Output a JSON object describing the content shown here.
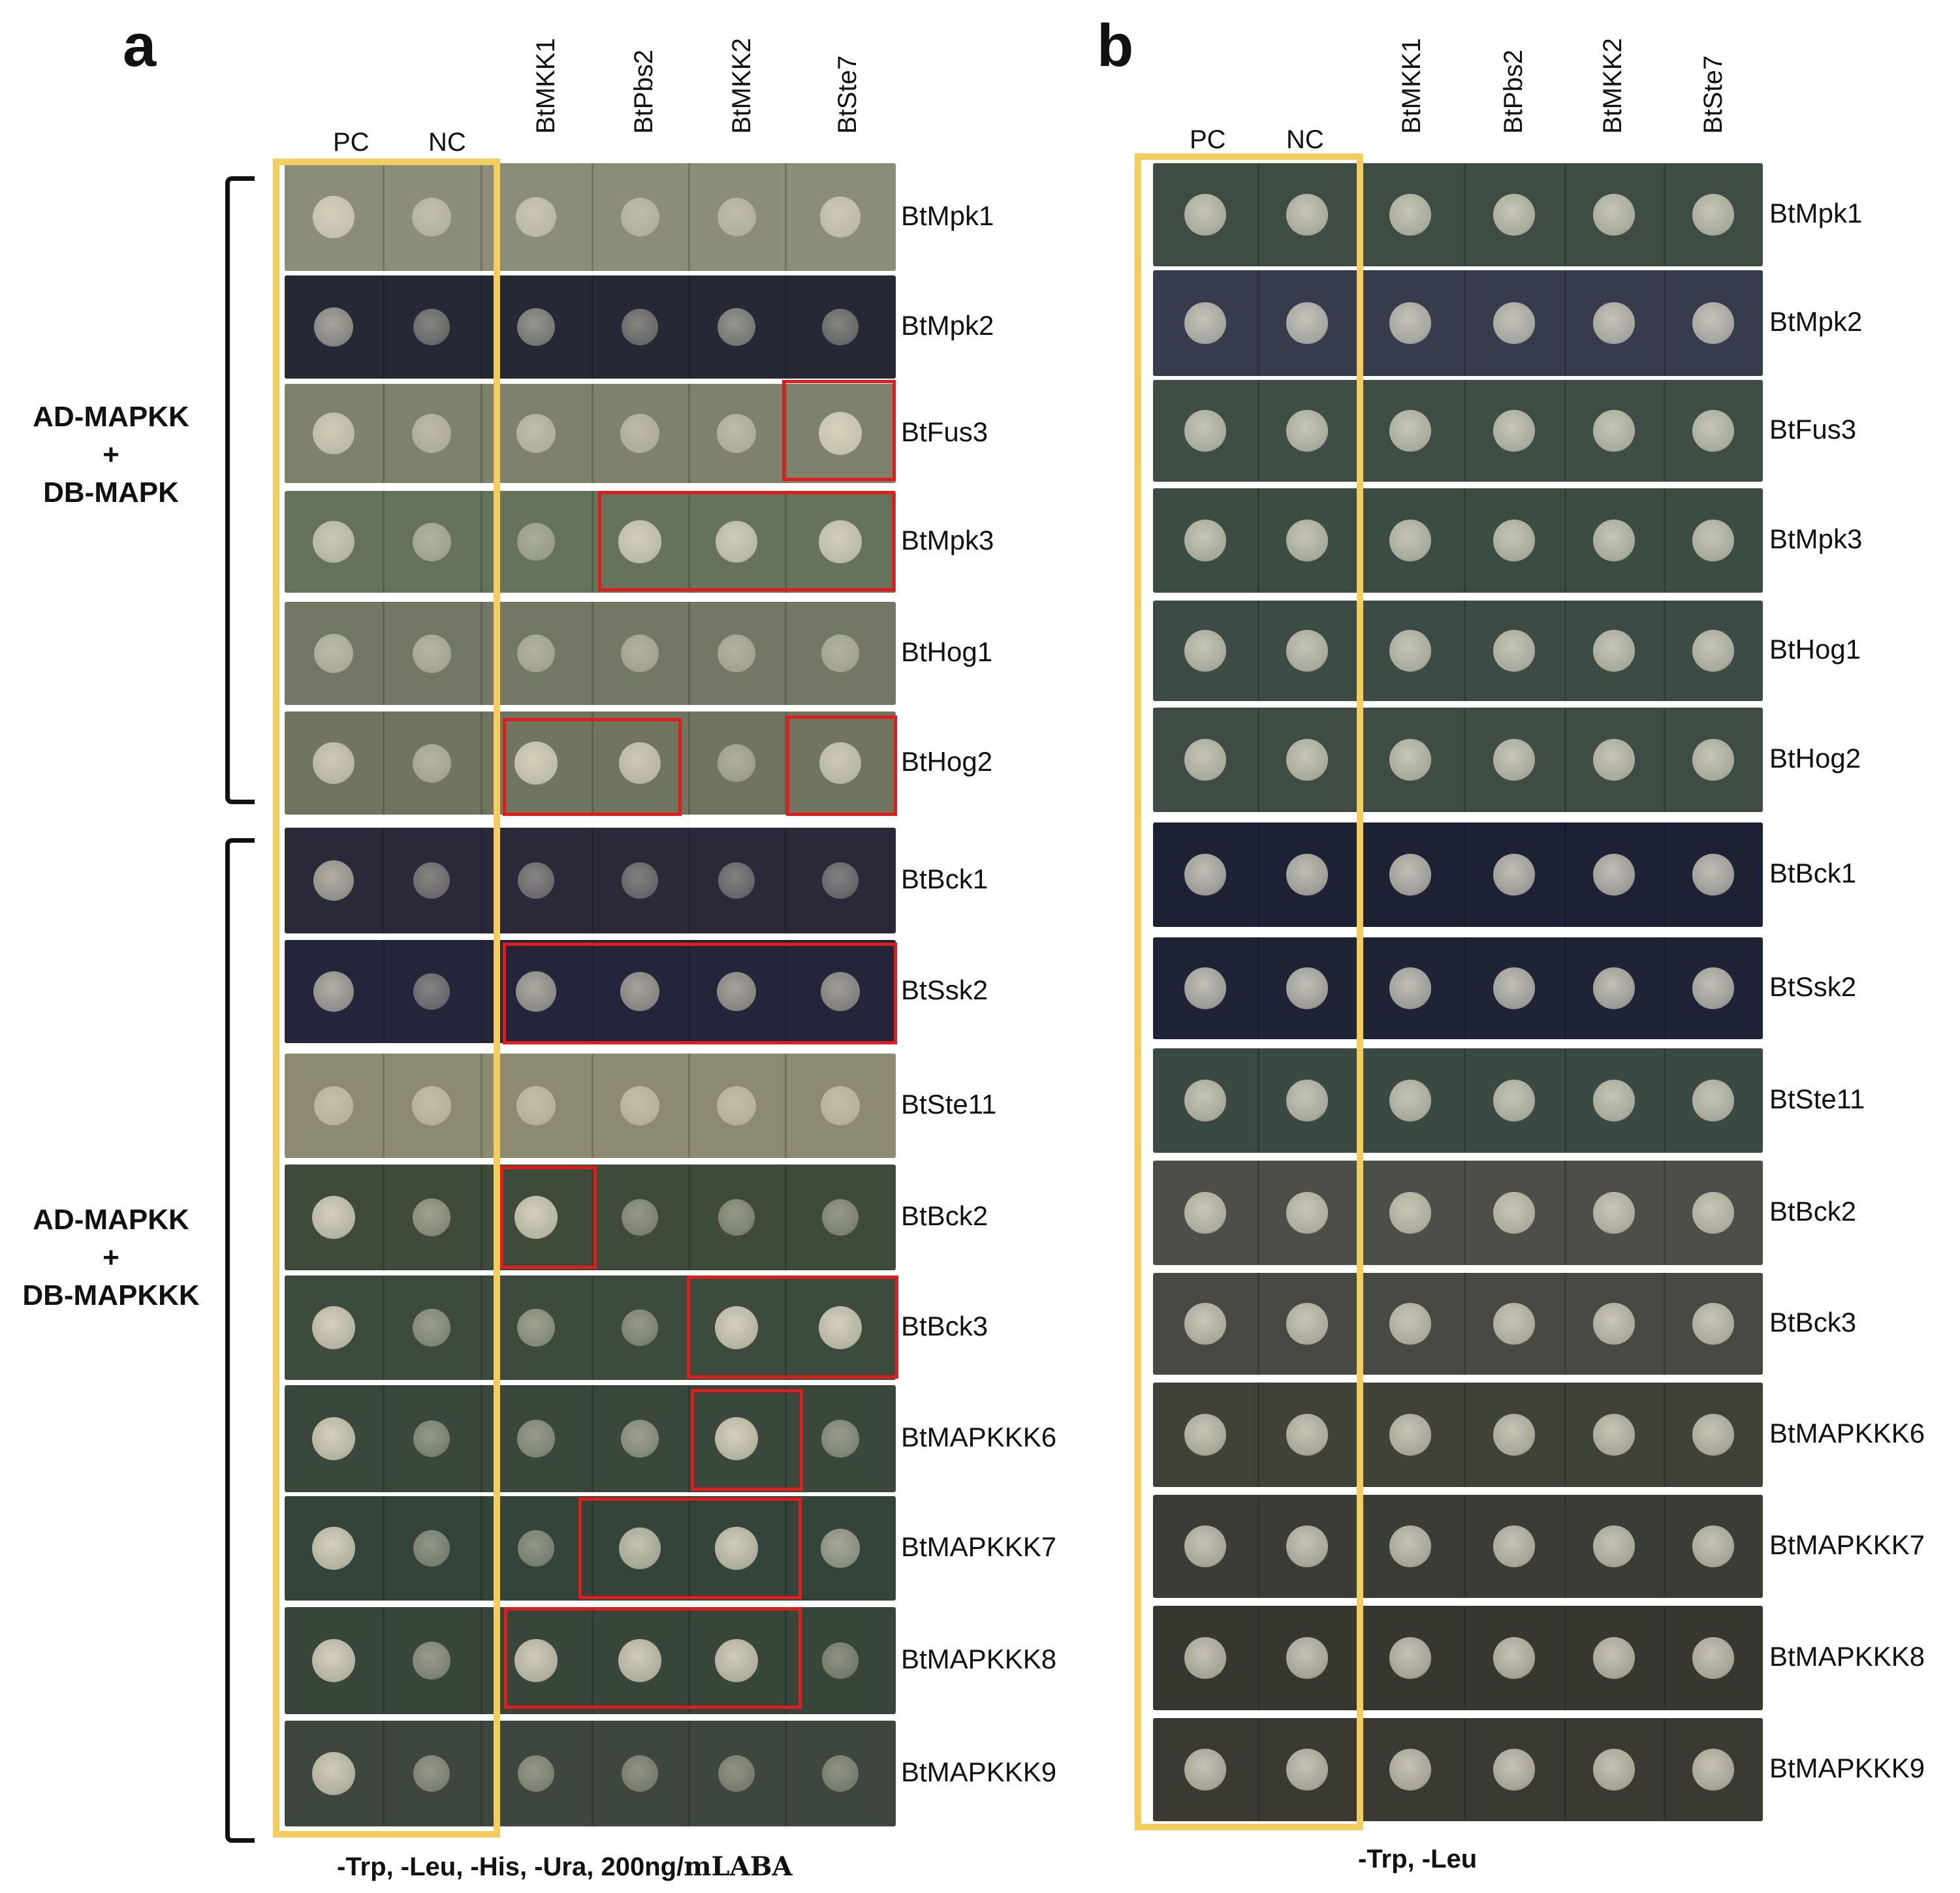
{
  "panels": [
    {
      "letter": "a",
      "columns": [
        "PC",
        "NC",
        "BtMKK1",
        "BtPbs2",
        "BtMKK2",
        "BtSte7"
      ],
      "groups": [
        {
          "line1": "AD-MAPKK",
          "plus": "+",
          "line2": "DB-MAPK"
        },
        {
          "line1": "AD-MAPKK",
          "plus": "+",
          "line2": "DB-MAPKKK"
        }
      ],
      "rows": [
        "BtMpk1",
        "BtMpk2",
        "BtFus3",
        "BtMpk3",
        "BtHog1",
        "BtHog2",
        "BtBck1",
        "BtSsk2",
        "BtSte11",
        "BtBck2",
        "BtBck3",
        "BtMAPKKK6",
        "BtMAPKKK7",
        "BtMAPKKK8",
        "BtMAPKKK9"
      ],
      "condition_text": "-Trp, -Leu, -His, -Ura, 200ng/",
      "condition_unit": "mLABA"
    },
    {
      "letter": "b",
      "columns": [
        "PC",
        "NC",
        "BtMKK1",
        "BtPbs2",
        "BtMKK2",
        "BtSte7"
      ],
      "rows": [
        "BtMpk1",
        "BtMpk2",
        "BtFus3",
        "BtMpk3",
        "BtHog1",
        "BtHog2",
        "BtBck1",
        "BtSsk2",
        "BtSte11",
        "BtBck2",
        "BtBck3",
        "BtMAPKKK6",
        "BtMAPKKK7",
        "BtMAPKKK8",
        "BtMAPKKK9"
      ],
      "condition_text": "-Trp, -Leu"
    }
  ],
  "colors": {
    "positive_control_box": "#f3cd5d",
    "interaction_box": "#e01d1d"
  }
}
